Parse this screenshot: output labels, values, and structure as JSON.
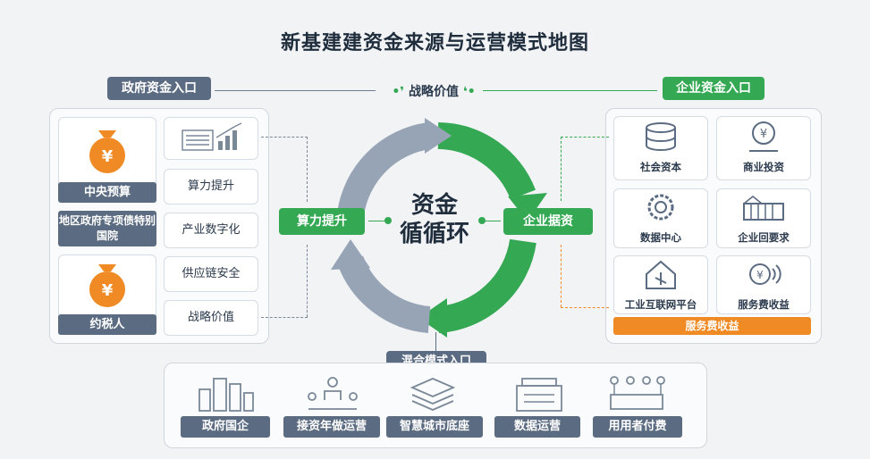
{
  "title": "新基建建资金来源与运营模式地图",
  "top_label": "战略价值",
  "gov": {
    "header": "政府资金入口",
    "central_budget": "中央预算",
    "local_bond": "地区政府专项债特别国院",
    "taxpayer": "约税人",
    "money_symbol": "¥",
    "items": [
      "算力提升",
      "产业数字化",
      "供应链安全",
      "战略价值"
    ]
  },
  "ent": {
    "header": "企业资金入口",
    "items": [
      "社会资本",
      "商业投资",
      "数据中心",
      "企业回要求",
      "工业互联网平台",
      "服务费收益"
    ],
    "bar": "服务费收益"
  },
  "cycle": {
    "center_line1": "资金",
    "center_line2": "循循环",
    "left_node": "算力提升",
    "right_node": "企业据资"
  },
  "mix": {
    "header": "混合模式入口",
    "items": [
      "政府国企",
      "接资年做运营",
      "智慧城市底座",
      "数据运营",
      "用用者付费"
    ]
  },
  "colors": {
    "green": "#34a853",
    "slate": "#5b6b82",
    "gray_arrow": "#97a4b5",
    "orange": "#f08a24"
  }
}
